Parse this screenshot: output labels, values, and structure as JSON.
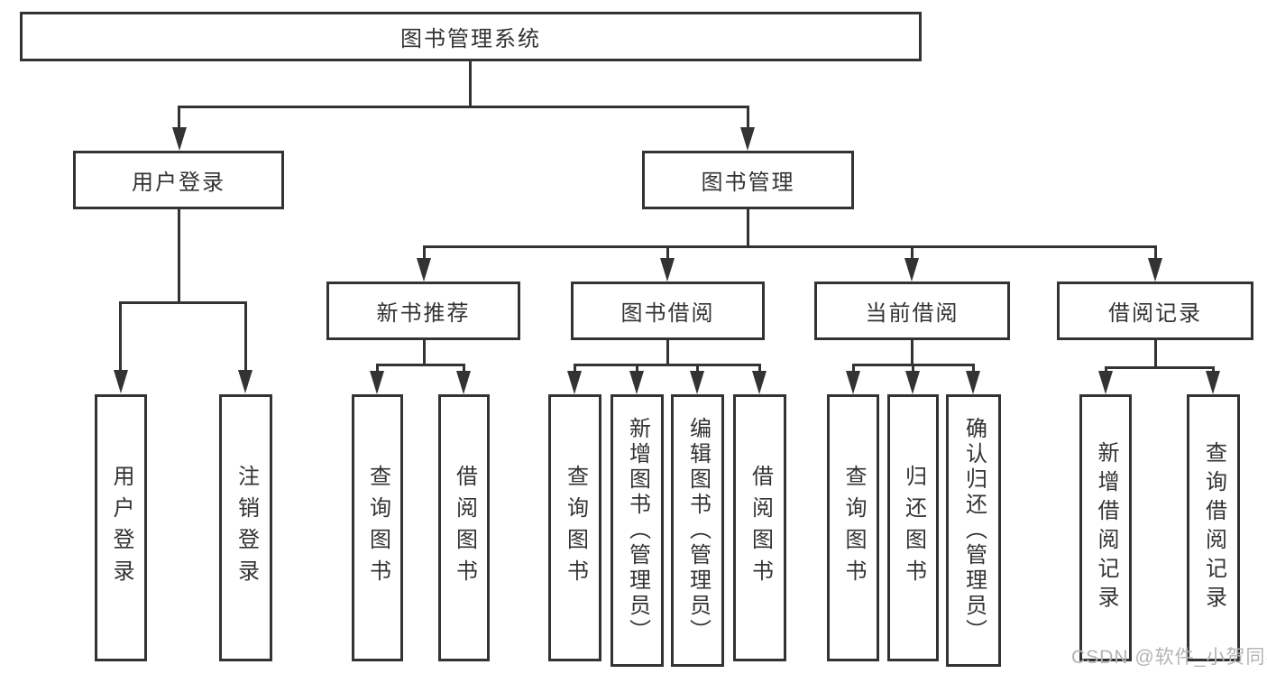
{
  "title": "图书管理系统",
  "nodes": {
    "user_login": "用户登录",
    "book_mgmt": "图书管理",
    "new_book_rec": "新书推荐",
    "book_borrow": "图书借阅",
    "current_borrow": "当前借阅",
    "borrow_record": "借阅记录",
    "leaf_user_login": "用户登录",
    "leaf_logout": "注销登录",
    "leaf_query_book_1": "查询图书",
    "leaf_borrow_book_1": "借阅图书",
    "leaf_query_book_2": "查询图书",
    "leaf_add_book": "新增图书（管理员）",
    "leaf_edit_book": "编辑图书（管理员）",
    "leaf_borrow_book_2": "借阅图书",
    "leaf_query_book_3": "查询图书",
    "leaf_return_book": "归还图书",
    "leaf_confirm_return": "确认归还（管理员）",
    "leaf_add_record": "新增借阅记录",
    "leaf_query_record": "查询借阅记录"
  },
  "watermark": "CSDN @软件_小贺同学",
  "colors": {
    "line": "#333333",
    "text": "#333333",
    "watermark": "#b4b4b4",
    "background": "#ffffff"
  }
}
